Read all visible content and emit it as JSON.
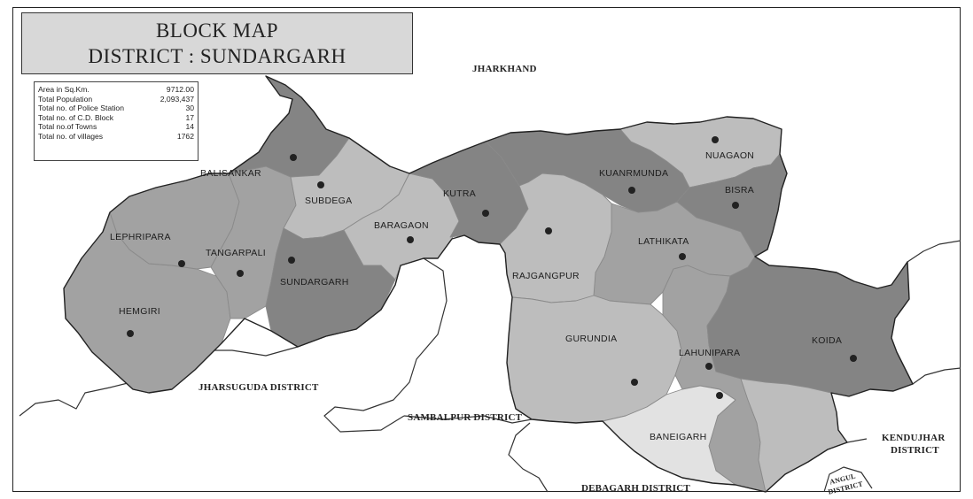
{
  "title": {
    "line1": "BLOCK MAP",
    "line2": "DISTRICT : SUNDARGARH"
  },
  "stats": [
    {
      "label": "Area in Sq.Km.",
      "value": "9712.00"
    },
    {
      "label": "Total Population",
      "value": "2,093,437"
    },
    {
      "label": "Total no. of Police Station",
      "value": "30"
    },
    {
      "label": "Total no. of C.D. Block",
      "value": "17"
    },
    {
      "label": "Total no.of Towns",
      "value": "14"
    },
    {
      "label": "Total no. of villages",
      "value": "1762"
    }
  ],
  "neighbors": {
    "jharkhand": "JHARKHAND",
    "jharsuguda": "JHARSUGUDA DISTRICT",
    "sambalpur": "SAMBALPUR DISTRICT",
    "debagarh": "DEBAGARH DISTRICT",
    "kendujhar_1": "KENDUJHAR",
    "kendujhar_2": "DISTRICT",
    "angul_1": "ANGUL",
    "angul_2": "DISTRICT"
  },
  "blocks": {
    "balisankar": "BALISANKAR",
    "subdega": "SUBDEGA",
    "kutra": "KUTRA",
    "kuanrmunda": "KUANRMUNDA",
    "nuagaon": "NUAGAON",
    "bisra": "BISRA",
    "lephripara": "LEPHRIPARA",
    "tangarpali": "TANGARPALI",
    "baragaon": "BARAGAON",
    "sundargarh": "SUNDARGARH",
    "rajgangpur": "RAJGANGPUR",
    "lathikata": "LATHIKATA",
    "hemgiri": "HEMGIRI",
    "gurundia": "GURUNDIA",
    "lahunipara": "LAHUNIPARA",
    "koida": "KOIDA",
    "baneigarh": "BANEIGARH"
  },
  "shade_colors": {
    "light": "#bdbdbd",
    "medium": "#a2a2a2",
    "dark": "#848484",
    "lightest": "#e2e2e2",
    "dot": "#222222"
  }
}
